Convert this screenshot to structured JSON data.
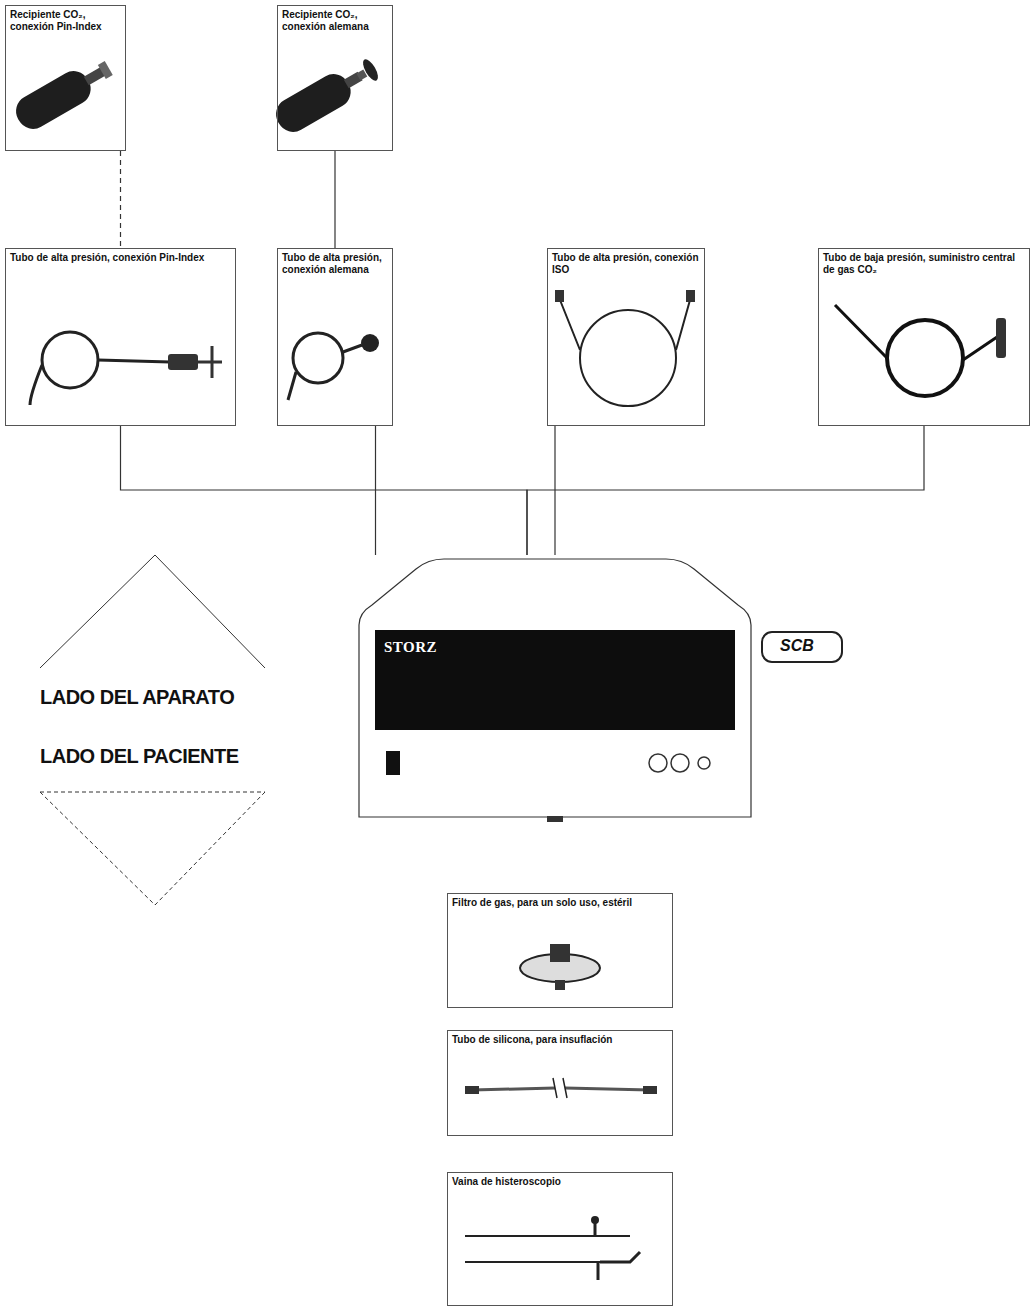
{
  "diagram": {
    "nodes": [
      {
        "text": [
          "Recipiente CO₂, conexión Pin-Index"
        ]
      },
      {
        "text": [
          "Recipiente CO₂, conexión alemana"
        ]
      },
      {
        "text": [
          "Tubo de alta presión, conexión Pin-Index"
        ]
      },
      {
        "text": [
          "Tubo de alta presión, conexión alemana"
        ]
      },
      {
        "text": [
          "Tubo de alta presión, conexión ISO"
        ]
      },
      {
        "text": [
          "Tubo de baja presión, suministro central de gas CO₂"
        ]
      },
      {
        "text": [
          "STORZ"
        ]
      },
      {
        "text": [
          "Filtro de gas, para un solo uso, estéril"
        ]
      },
      {
        "text": [
          "Tubo de silicona, para insuflación"
        ]
      },
      {
        "text": [
          "Vaina de histeroscopio"
        ]
      }
    ],
    "edges": [
      {
        "from": 0,
        "to": 2,
        "arrow": "none"
      },
      {
        "from": 1,
        "to": 3,
        "arrow": "none"
      },
      {
        "from": 2,
        "to": 6,
        "arrow": "none"
      },
      {
        "from": 3,
        "to": 6,
        "arrow": "none"
      },
      {
        "from": 4,
        "to": 6,
        "arrow": "none"
      },
      {
        "from": 5,
        "to": 6,
        "arrow": "none"
      }
    ],
    "labels": [
      "LADO DEL APARATO",
      "LADO DEL PACIENTE",
      "SCB"
    ]
  }
}
